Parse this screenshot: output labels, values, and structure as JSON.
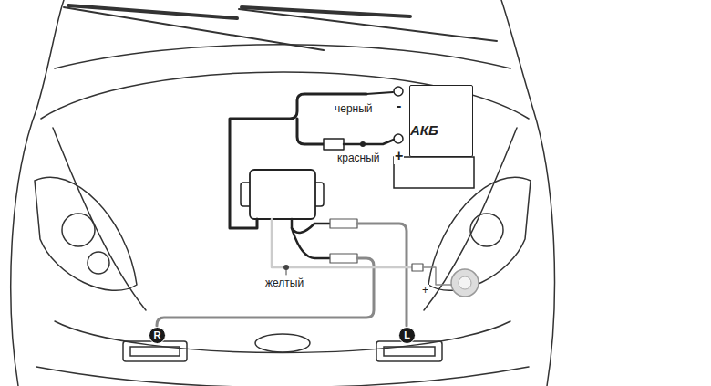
{
  "diagram": {
    "nodes": [
      {
        "text": [
          "АКБ"
        ]
      },
      {
        "text": [
          "R"
        ]
      },
      {
        "text": [
          "L"
        ]
      }
    ],
    "labels": [
      "черный",
      "-",
      "красный",
      "+",
      "желтый",
      "+"
    ]
  }
}
